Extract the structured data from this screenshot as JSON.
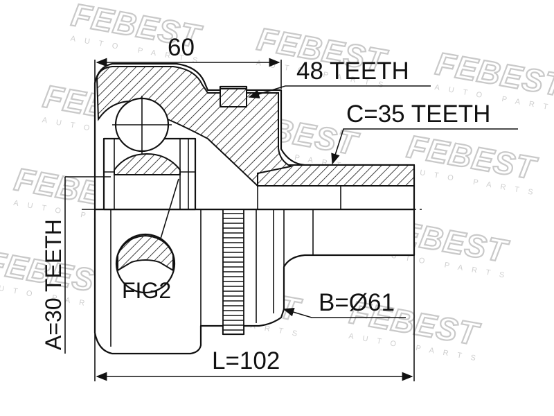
{
  "watermark": {
    "brand": "FEBEST",
    "tagline": "AUTO PARTS"
  },
  "labels": {
    "length_top": "60",
    "outer_teeth": "48 TEETH",
    "spline_teeth": "C=35 TEETH",
    "inner_teeth": "A=30 TEETH",
    "fig": "FIG2",
    "diameter": "B=Ø61",
    "length_total": "L=102"
  }
}
